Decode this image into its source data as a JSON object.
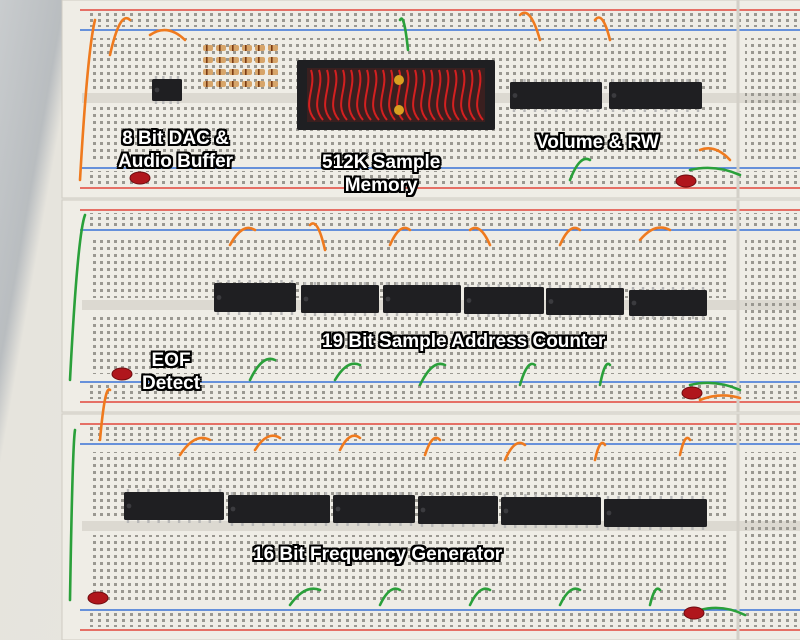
{
  "labels": {
    "dac_line1": "8 Bit DAC &",
    "dac_line2": "Audio Buffer",
    "mem_line1": "512K Sample",
    "mem_line2": "Memory",
    "volume": "Volume & RW",
    "eof_line1": "EOF",
    "eof_line2": "Detect",
    "addr_counter": "19 Bit Sample Address Counter",
    "freq_gen": "16 Bit Frequency Generator"
  },
  "colors": {
    "board": "#efede6",
    "rail_red": "#e2463c",
    "rail_blue": "#3a73d6",
    "chip": "#1f1f22",
    "wire_orange": "#ef7a1e",
    "wire_green": "#2aa03a",
    "wire_red": "#d42020"
  },
  "components": {
    "boards": 3,
    "chips": [
      {
        "name": "dac-chip",
        "board": 1
      },
      {
        "name": "memory-chip-module",
        "board": 1
      },
      {
        "name": "volume-chip-1",
        "board": 1
      },
      {
        "name": "volume-chip-2",
        "board": 1
      },
      {
        "name": "address-chip-1",
        "board": 2
      },
      {
        "name": "address-chip-2",
        "board": 2
      },
      {
        "name": "address-chip-3",
        "board": 2
      },
      {
        "name": "address-chip-4",
        "board": 2
      },
      {
        "name": "address-chip-5",
        "board": 2
      },
      {
        "name": "address-chip-6",
        "board": 2
      },
      {
        "name": "freq-chip-1",
        "board": 3
      },
      {
        "name": "freq-chip-2",
        "board": 3
      },
      {
        "name": "freq-chip-3",
        "board": 3
      },
      {
        "name": "freq-chip-4",
        "board": 3
      },
      {
        "name": "freq-chip-5",
        "board": 3
      },
      {
        "name": "freq-chip-6",
        "board": 3
      }
    ]
  }
}
